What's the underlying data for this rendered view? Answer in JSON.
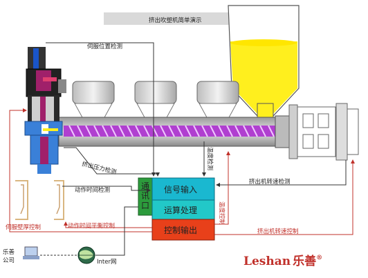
{
  "title": "挤出吹塑机简单演示",
  "labels": {
    "servo_position": "伺服位置检测",
    "extrusion_pressure": "挤出压力检测",
    "temperature_detect": "温度检测",
    "action_time": "动作时间检测",
    "extruder_speed_detect": "挤出机转速检测",
    "temperature_control": "温度控制",
    "wall_thickness": "伺服壁厚控制",
    "time_balance": "动作时间平衡控制",
    "extruder_speed_control": "挤出机转速控制"
  },
  "controller": {
    "comm": "通讯口",
    "input": "信号输入",
    "process": "运算处理",
    "output": "控制输出"
  },
  "company": "乐善公司",
  "internet": "Inter网",
  "brand": {
    "latin": "Leshan",
    "cjk": "乐善",
    "mark": "®"
  },
  "colors": {
    "hopper": "#ffef1e",
    "screw": "#b03fd0",
    "input_box": "#1ab8d0",
    "process_box": "#22c8c8",
    "output_box": "#e8401a",
    "comm_box": "#2c9b3c",
    "brand": "#c0302a"
  }
}
